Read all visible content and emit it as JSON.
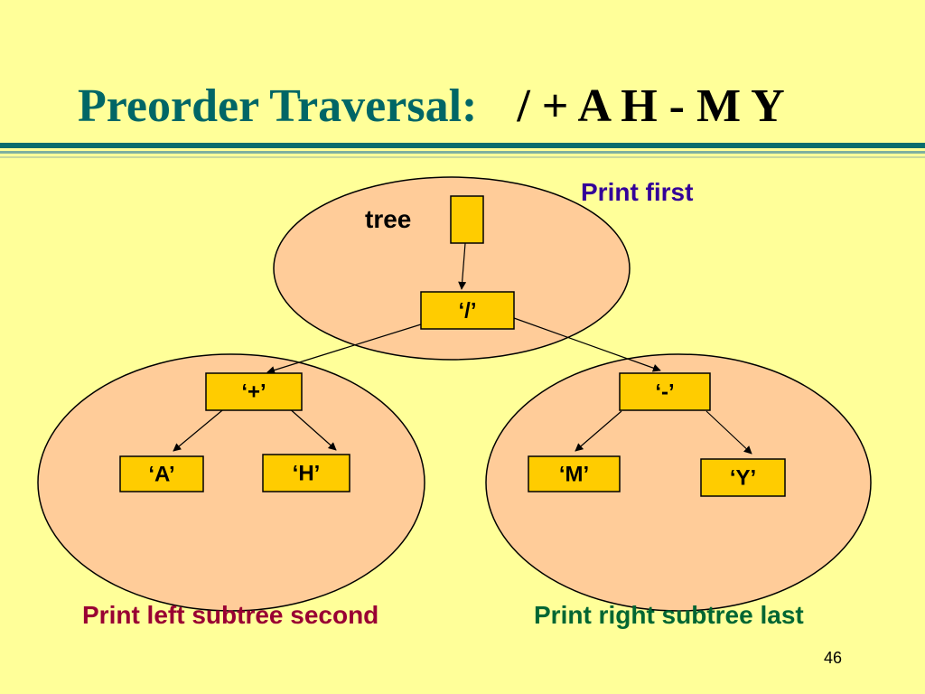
{
  "slide": {
    "title": "Preorder Traversal:",
    "expression": "/ + A H - M Y",
    "page_number": "46"
  },
  "tree": {
    "pointer_label": "tree",
    "nodes": {
      "root": "‘/’",
      "left": "‘+’",
      "left_left": "‘A’",
      "left_right": "‘H’",
      "right": "‘-’",
      "right_left": "‘M’",
      "right_right": "‘Y’"
    }
  },
  "captions": {
    "root": "Print first",
    "left_subtree": "Print left subtree second",
    "right_subtree": "Print right subtree last"
  },
  "colors": {
    "background": "#ffff99",
    "title": "#006666",
    "node_fill": "#ffcc00",
    "oval_fill": "#ffcc99",
    "caption_root": "#330099",
    "caption_left": "#990033",
    "caption_right": "#006633"
  }
}
